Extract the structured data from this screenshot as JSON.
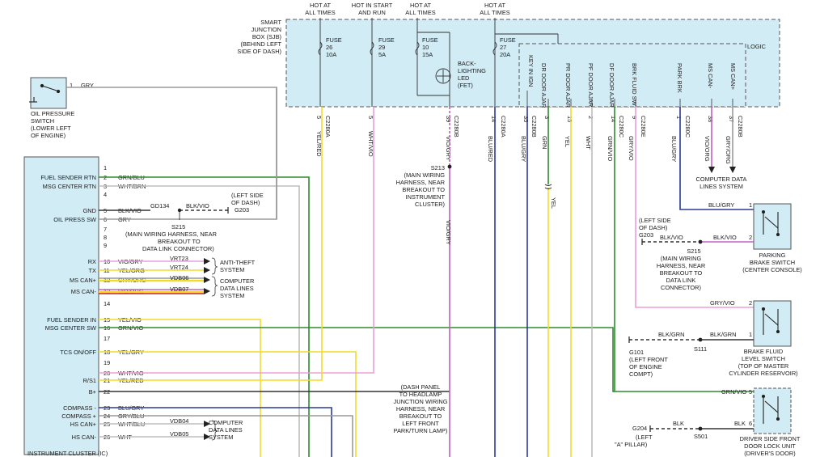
{
  "sjb": {
    "title_lines": [
      "SMART",
      "JUNCTION",
      "BOX (SJB)",
      "(BEHIND LEFT",
      "SIDE OF DASH)"
    ],
    "logic_label": "LOGIC",
    "backlighting_lines": [
      "BACK-",
      "LIGHTING",
      "LED",
      "(FET)"
    ]
  },
  "power_labels": [
    {
      "lines": [
        "HOT AT",
        "ALL TIMES"
      ]
    },
    {
      "lines": [
        "HOT IN START",
        "AND RUN"
      ]
    },
    {
      "lines": [
        "HOT AT",
        "ALL TIMES"
      ]
    },
    {
      "lines": [
        "HOT AT",
        "ALL TIMES"
      ]
    }
  ],
  "fuses": [
    {
      "lines": [
        "FUSE",
        "26",
        "10A"
      ]
    },
    {
      "lines": [
        "FUSE",
        "29",
        "5A"
      ]
    },
    {
      "lines": [
        "FUSE",
        "10",
        "15A"
      ]
    },
    {
      "lines": [
        "FUSE",
        "27",
        "20A"
      ]
    }
  ],
  "logic_inputs": [
    "KEY IN IGN",
    "DR DOOR AJAR",
    "PR DOOR AJAR",
    "PF DOOR AJAR",
    "DF DOOR AJAR",
    "BRK FLUID SW",
    "PARK BRK",
    "MS CAN-",
    "MS CAN+"
  ],
  "sjb_pins": [
    {
      "pin": "5",
      "conn": "C2280A",
      "wire": "YEL/RED"
    },
    {
      "pin": "5",
      "conn": "",
      "wire": "WHT/VIO"
    },
    {
      "pin": "39",
      "conn": "C2280B",
      "wire": "VIO/GRY"
    },
    {
      "pin": "14",
      "conn": "C2280A",
      "wire": "BLU/RED"
    },
    {
      "pin": "35",
      "conn": "C2280B",
      "wire": "BLU/GRY"
    },
    {
      "pin": "3",
      "conn": "",
      "wire": "GRN"
    },
    {
      "pin": "15",
      "conn": "",
      "wire": "YEL"
    },
    {
      "pin": "2",
      "conn": "",
      "wire": "WHT"
    },
    {
      "pin": "14",
      "conn": "C2280C",
      "wire": "GRN/VIO"
    },
    {
      "pin": "9",
      "conn": "C2280E",
      "wire": "GRY/VIO"
    },
    {
      "pin": "1",
      "conn": "C2280C",
      "wire": "BLU/GRY"
    },
    {
      "pin": "38",
      "conn": "",
      "wire": "VIO/ORG"
    },
    {
      "pin": "37",
      "conn": "C2280B",
      "wire": "GRY/ORG"
    }
  ],
  "splices": {
    "s213": {
      "id": "S213",
      "lines": [
        "(MAIN WIRING",
        "HARNESS, NEAR",
        "BREAKOUT TO",
        "INSTRUMENT",
        "CLUSTER)"
      ]
    },
    "s215_left": {
      "id": "S215",
      "lines": [
        "(MAIN WIRING HARNESS, NEAR",
        "BREAKOUT TO",
        "DATA LINK CONNECTOR)"
      ]
    },
    "s215_right": {
      "id": "S215",
      "lines": [
        "(MAIN WIRING",
        "HARNESS, NEAR",
        "BREAKOUT TO",
        "DATA LINK",
        "CONNECTOR)"
      ]
    },
    "s111": {
      "id": "S111"
    },
    "s501": {
      "id": "S501"
    }
  },
  "left": {
    "oil_switch": {
      "lines": [
        "OIL PRESSURE",
        "SWITCH",
        "(LOWER LEFT",
        "OF ENGINE)"
      ],
      "pin": "1",
      "wire": "GRY"
    },
    "cluster_label": "INSTRUMENT CLUSTER (IC)",
    "pins": [
      {
        "name": "",
        "pin": "1",
        "wire": ""
      },
      {
        "name": "FUEL SENDER RTN",
        "pin": "2",
        "wire": "GRN/BLU"
      },
      {
        "name": "MSG CENTER RTN",
        "pin": "3",
        "wire": "WHT/BRN"
      },
      {
        "name": "",
        "pin": "4",
        "wire": ""
      },
      {
        "name": "GND",
        "pin": "5",
        "wire": "BLK/VIO"
      },
      {
        "name": "OIL PRESS SW",
        "pin": "6",
        "wire": "GRY"
      },
      {
        "name": "",
        "pin": "7",
        "wire": ""
      },
      {
        "name": "",
        "pin": "8",
        "wire": ""
      },
      {
        "name": "",
        "pin": "9",
        "wire": ""
      },
      {
        "name": "RX",
        "pin": "10",
        "wire": "VIO/GRY"
      },
      {
        "name": "TX",
        "pin": "11",
        "wire": "YEL/ORG"
      },
      {
        "name": "MS CAN+",
        "pin": "12",
        "wire": "GRY/ORG"
      },
      {
        "name": "MS CAN-",
        "pin": "13",
        "wire": "VIO/ORG"
      },
      {
        "name": "",
        "pin": "14",
        "wire": ""
      },
      {
        "name": "FUEL SENDER IN",
        "pin": "15",
        "wire": "YEL/VIO"
      },
      {
        "name": "MSG CENTER SW",
        "pin": "16",
        "wire": "GRN/VIO"
      },
      {
        "name": "",
        "pin": "17",
        "wire": ""
      },
      {
        "name": "TCS ON/OFF",
        "pin": "18",
        "wire": "YEL/GRY"
      },
      {
        "name": "",
        "pin": "19",
        "wire": ""
      },
      {
        "name": "",
        "pin": "20",
        "wire": "WHT/VIO"
      },
      {
        "name": "R/S1",
        "pin": "21",
        "wire": "YEL/RED"
      },
      {
        "name": "B+",
        "pin": "22",
        "wire": ""
      },
      {
        "name": "COMPASS -",
        "pin": "23",
        "wire": "BLU/GRY"
      },
      {
        "name": "COMPASS +",
        "pin": "24",
        "wire": "GRY/BLU"
      },
      {
        "name": "HS CAN+",
        "pin": "25",
        "wire": "WHT/BLU"
      },
      {
        "name": "HS CAN-",
        "pin": "26",
        "wire": "WHT"
      }
    ],
    "ground_gd134": "GD134",
    "ground_wire": "BLK/VIO",
    "ground_g203": "G203",
    "ground_g203_note": [
      "(LEFT SIDE",
      "OF DASH)"
    ],
    "circuits": [
      "VRT23",
      "VRT24",
      "VDB06",
      "VDB07"
    ],
    "anti_theft": [
      "ANTI-THEFT",
      "SYSTEM"
    ],
    "data_lines": [
      "COMPUTER",
      "DATA LINES",
      "SYSTEM"
    ],
    "hs_circuits": [
      "VDB04",
      "VDB05"
    ],
    "hs_data_lines": [
      "COMPUTER",
      "DATA LINES",
      "SYSTEM"
    ]
  },
  "middle": {
    "yel_label": "YEL",
    "vio_gry_label": "VIO/GRY",
    "dash_panel_note": [
      "(DASH PANEL",
      "TO HEADLAMP",
      "JUNCTION WIRING",
      "HARNESS, NEAR",
      "BREAKOUT TO",
      "LEFT FRONT",
      "PARK/TURN LAMP)"
    ],
    "computer_data_lines": [
      "COMPUTER DATA",
      "LINES SYSTEM"
    ]
  },
  "right": {
    "park_brake": {
      "lines": [
        "PARKING",
        "BRAKE SWITCH",
        "(CENTER CONSOLE)"
      ],
      "wire_in": "BLU/GRY",
      "pin_in": "1",
      "pin_gnd": "2",
      "wire_gnd": "BLK/VIO",
      "wire_gnd2": "BLK/VIO",
      "ground": "G203",
      "ground_note": [
        "(LEFT SIDE",
        "OF DASH)"
      ]
    },
    "brake_fluid": {
      "lines": [
        "BRAKE FLUID",
        "LEVEL SWITCH",
        "(TOP OF MASTER",
        "CYLINDER RESERVOIR)"
      ],
      "wire_in": "GRY/VIO",
      "pin_in": "2",
      "pin_gnd": "1",
      "wire_gnd": "BLK/GRN",
      "wire_gnd2": "BLK/GRN",
      "ground": "G101",
      "ground_note": [
        "(LEFT FRONT",
        "OF ENGINE",
        "COMPT)"
      ]
    },
    "door_lock": {
      "lines": [
        "DRIVER SIDE FRONT",
        "DOOR LOCK UNIT",
        "(DRIVER'S DOOR)"
      ],
      "wire_in": "GRN/VIO",
      "pin_in": "5",
      "pin_gnd": "6",
      "wire_gnd": "BLK",
      "wire_gnd2": "BLK",
      "ground": "G204",
      "ground_note": [
        "(LEFT",
        "\"A\" PILLAR)"
      ]
    }
  },
  "colors": {
    "sjb_fill": "#d2ecf5",
    "yellow": "#f2dc2a",
    "violet": "#c060c0",
    "pink": "#e7a0d8",
    "green": "#2e8b2e",
    "blue": "#2a3b96",
    "gray": "#9a9a9a",
    "black": "#222222"
  }
}
